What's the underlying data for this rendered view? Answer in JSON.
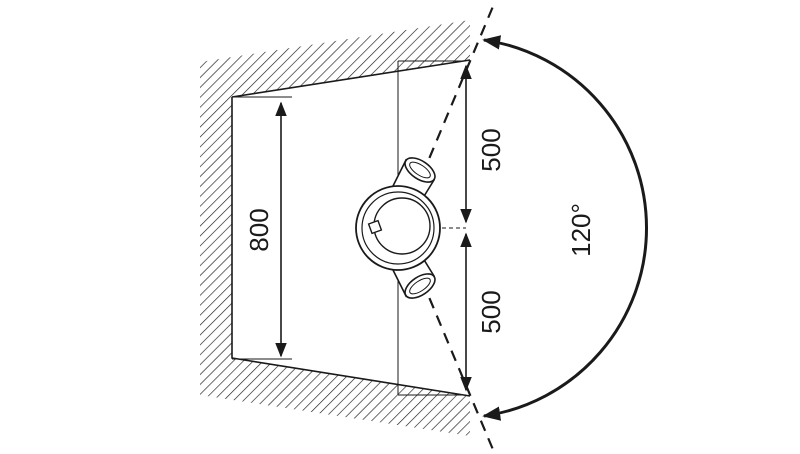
{
  "diagram": {
    "dimensions": {
      "wall_height": "800",
      "upper_spacing": "500",
      "lower_spacing": "500",
      "beam_angle": "120°"
    },
    "colors": {
      "ink": "#1a1a1a",
      "background": "#ffffff"
    }
  }
}
